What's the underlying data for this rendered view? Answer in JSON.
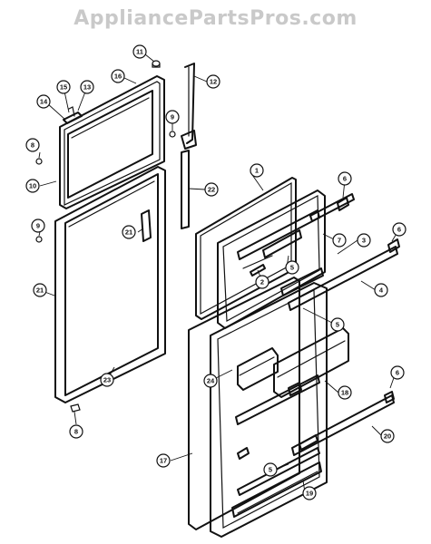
{
  "watermark": "AppliancePartsPros.com",
  "callouts": [
    {
      "id": "c-11a",
      "label": "11"
    },
    {
      "id": "c-16",
      "label": "16"
    },
    {
      "id": "c-15",
      "label": "15"
    },
    {
      "id": "c-13",
      "label": "13"
    },
    {
      "id": "c-14",
      "label": "14"
    },
    {
      "id": "c-12",
      "label": "12"
    },
    {
      "id": "c-9a",
      "label": "9"
    },
    {
      "id": "c-8a",
      "label": "8"
    },
    {
      "id": "c-10",
      "label": "10"
    },
    {
      "id": "c-22",
      "label": "22"
    },
    {
      "id": "c-9b",
      "label": "9"
    },
    {
      "id": "c-21a",
      "label": "21"
    },
    {
      "id": "c-21b",
      "label": "21"
    },
    {
      "id": "c-23",
      "label": "23"
    },
    {
      "id": "c-8b",
      "label": "8"
    },
    {
      "id": "c-1",
      "label": "1"
    },
    {
      "id": "c-6a",
      "label": "6"
    },
    {
      "id": "c-7",
      "label": "7"
    },
    {
      "id": "c-3",
      "label": "3"
    },
    {
      "id": "c-5a",
      "label": "5"
    },
    {
      "id": "c-2",
      "label": "2"
    },
    {
      "id": "c-6b",
      "label": "6"
    },
    {
      "id": "c-4",
      "label": "4"
    },
    {
      "id": "c-5b",
      "label": "5"
    },
    {
      "id": "c-24",
      "label": "24"
    },
    {
      "id": "c-18",
      "label": "18"
    },
    {
      "id": "c-6c",
      "label": "6"
    },
    {
      "id": "c-17",
      "label": "17"
    },
    {
      "id": "c-20",
      "label": "20"
    },
    {
      "id": "c-5c",
      "label": "5"
    },
    {
      "id": "c-19",
      "label": "19"
    }
  ]
}
